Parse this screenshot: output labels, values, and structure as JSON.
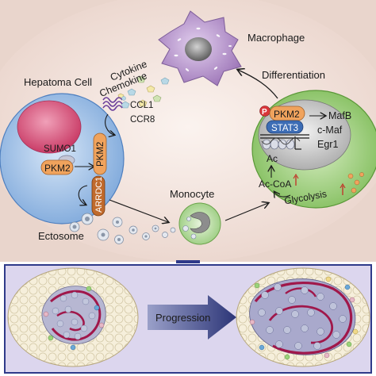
{
  "top_panel": {
    "macrophage": "Macrophage",
    "cytokine": "Cytokine",
    "chemokine": "Chemokine",
    "differentiation": "Differentiation",
    "hepatoma_cell": "Hepatoma Cell",
    "ccl1": "CCL1",
    "ccr8": "CCR8",
    "sumo1": "SUMO1",
    "pkm2_nuclear": "PKM2",
    "pkm2_vertical": "PKM2",
    "arrdc1": "ARRDC1",
    "ectosome": "Ectosome",
    "monocyte": "Monocyte",
    "differentiating_cell": {
      "p_badge": "P",
      "pkm2": "PKM2",
      "stat3": "STAT3",
      "ac": "Ac",
      "mafb": "MafB",
      "cmaf": "c-Maf",
      "egr1": "Egr1",
      "acetyl_coa": "Ac-CoA",
      "glycolysis": "Glycolysis"
    }
  },
  "bottom_panel": {
    "progression": "Progression"
  },
  "colors": {
    "top_background": "#eedcd5",
    "bottom_background": "#ddd8ee",
    "hepatoma_cytoplasm": "#8fb6e2",
    "nucleus": "#d8577b",
    "pkm2": "#f0a35d",
    "stat3": "#3d6db5",
    "macrophage": "#b08ac6",
    "differentiating_cell": "#8cc56a",
    "tumor_red": "#a0174a",
    "arrow_blue": "#2f3a8a"
  }
}
